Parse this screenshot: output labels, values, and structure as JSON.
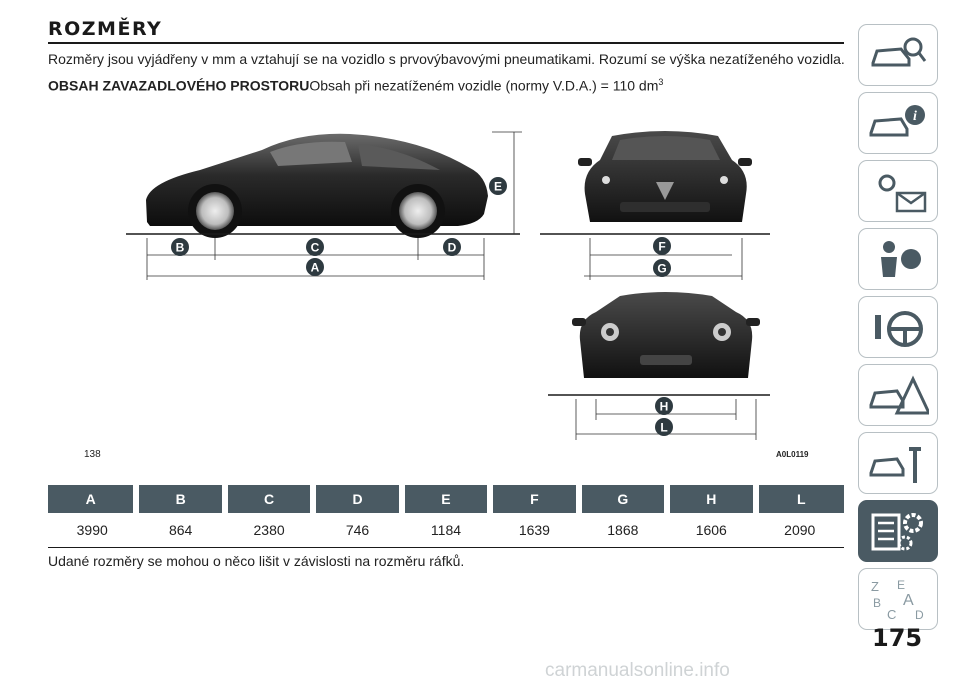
{
  "title": "ROZMĚRY",
  "intro": "Rozměry jsou vyjádřeny v mm a vztahují se na vozidlo s prvovýbavovými pneumatikami. Rozumí se výška nezatíženého vozidla.",
  "luggage": {
    "label": "OBSAH ZAVAZADLOVÉHO PROSTORU",
    "text": "Obsah při nezatíženém vozidle (normy V.D.A.) = 110 dm",
    "sup": "3"
  },
  "figure": {
    "number": "138",
    "code": "A0L0119",
    "markers": {
      "A": "A",
      "B": "B",
      "C": "C",
      "D": "D",
      "E": "E",
      "F": "F",
      "G": "G",
      "H": "H",
      "L": "L"
    }
  },
  "table": {
    "headers": [
      "A",
      "B",
      "C",
      "D",
      "E",
      "F",
      "G",
      "H",
      "L"
    ],
    "values": [
      "3990",
      "864",
      "2380",
      "746",
      "1184",
      "1639",
      "1868",
      "1606",
      "2090"
    ]
  },
  "note": "Udané rozměry se mohou o něco lišit v závislosti na rozměru ráfků.",
  "sidebar_tabs": [
    {
      "icon": "car-search-icon"
    },
    {
      "icon": "car-info-icon"
    },
    {
      "icon": "dashboard-lights-icon"
    },
    {
      "icon": "airbag-safety-icon"
    },
    {
      "icon": "steering-wheel-icon"
    },
    {
      "icon": "car-emergency-icon"
    },
    {
      "icon": "car-maintenance-icon"
    },
    {
      "icon": "specifications-gear-icon",
      "active": true
    },
    {
      "icon": "index-letters-icon"
    }
  ],
  "page_number": "175",
  "watermark": "carmanualsonline.info",
  "colors": {
    "accent": "#4a5a63",
    "marker": "#2e3a40"
  }
}
